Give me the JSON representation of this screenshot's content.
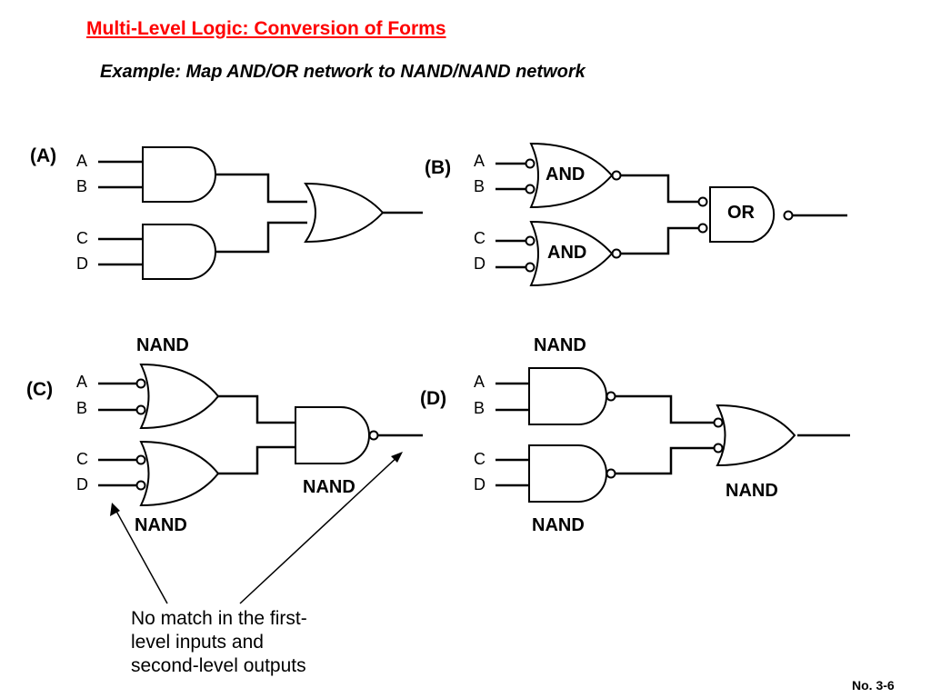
{
  "slide": {
    "title": "Multi-Level Logic: Conversion of Forms",
    "subtitle": "Example: Map AND/OR network to NAND/NAND network",
    "page_number": "No. 3-6"
  },
  "panels": {
    "a": {
      "label": "(A)",
      "inputs": [
        "A",
        "B",
        "C",
        "D"
      ]
    },
    "b": {
      "label": "(B)",
      "inputs": [
        "A",
        "B",
        "C",
        "D"
      ],
      "gate_labels": [
        "AND",
        "AND",
        "OR"
      ]
    },
    "c": {
      "label": "(C)",
      "inputs": [
        "A",
        "B",
        "C",
        "D"
      ],
      "gate_labels": [
        "NAND",
        "NAND",
        "NAND"
      ]
    },
    "d": {
      "label": "(D)",
      "inputs": [
        "A",
        "B",
        "C",
        "D"
      ],
      "gate_labels": [
        "NAND",
        "NAND",
        "NAND"
      ]
    }
  },
  "annotation": {
    "lines": [
      "No match in the first-",
      "level inputs and",
      "second-level outputs"
    ]
  }
}
